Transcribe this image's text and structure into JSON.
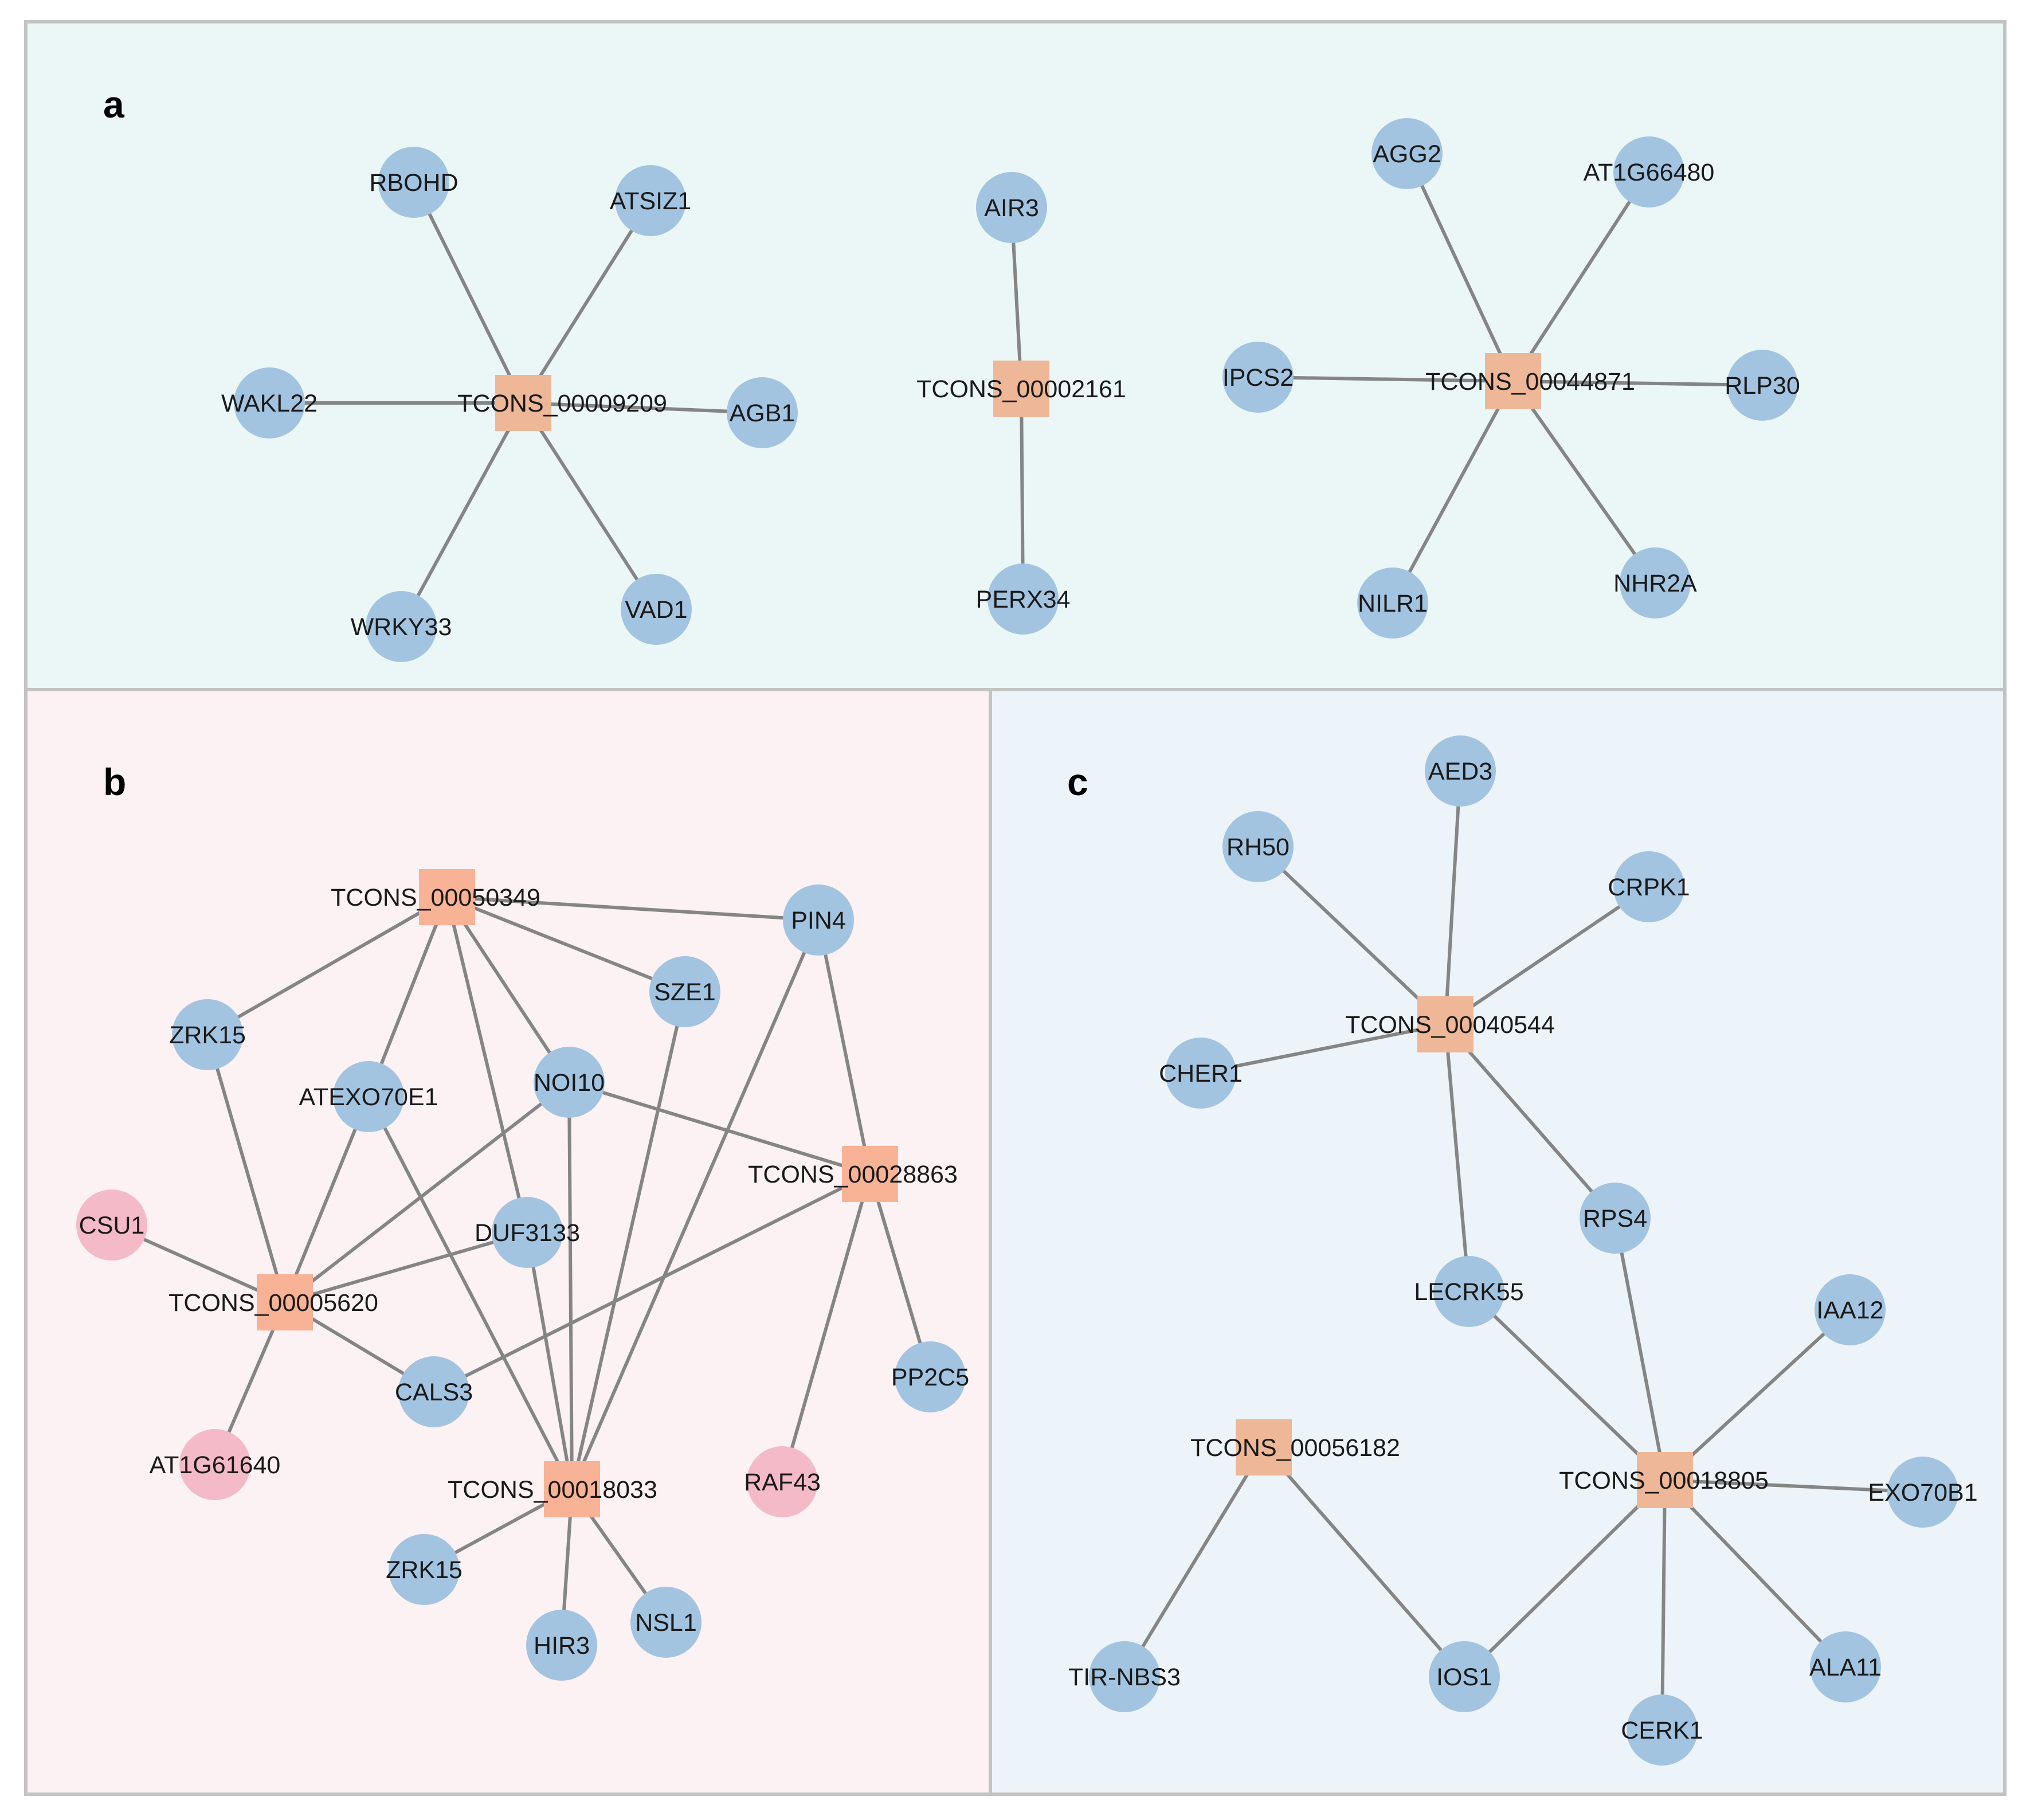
{
  "colors": {
    "panel_a_fill": "#ebf7f7",
    "panel_b_fill": "#fcf1f3",
    "panel_c_fill": "#ecf3f9",
    "panel_border": "#c3c3c3",
    "gene_node": "#a3c4e1",
    "pink_gene_node": "#f4bac8",
    "lncrna_node": "#eeb797",
    "lncrna_node_b": "#f8b295",
    "edge": "#858585"
  },
  "panels": [
    {
      "id": "a",
      "label": "a",
      "nodes": [
        {
          "id": "TCONS_00009209",
          "kind": "lncrna"
        },
        {
          "id": "RBOHD",
          "kind": "gene"
        },
        {
          "id": "ATSIZ1",
          "kind": "gene"
        },
        {
          "id": "WAKL22",
          "kind": "gene"
        },
        {
          "id": "AGB1",
          "kind": "gene"
        },
        {
          "id": "WRKY33",
          "kind": "gene"
        },
        {
          "id": "VAD1",
          "kind": "gene"
        },
        {
          "id": "TCONS_00002161",
          "kind": "lncrna"
        },
        {
          "id": "AIR3",
          "kind": "gene"
        },
        {
          "id": "PERX34",
          "kind": "gene"
        },
        {
          "id": "TCONS_00044871",
          "kind": "lncrna"
        },
        {
          "id": "AGG2",
          "kind": "gene"
        },
        {
          "id": "AT1G66480",
          "kind": "gene"
        },
        {
          "id": "IPCS2",
          "kind": "gene"
        },
        {
          "id": "RLP30",
          "kind": "gene"
        },
        {
          "id": "NILR1",
          "kind": "gene"
        },
        {
          "id": "NHR2A",
          "kind": "gene"
        }
      ],
      "edges": [
        [
          "TCONS_00009209",
          "RBOHD"
        ],
        [
          "TCONS_00009209",
          "ATSIZ1"
        ],
        [
          "TCONS_00009209",
          "WAKL22"
        ],
        [
          "TCONS_00009209",
          "AGB1"
        ],
        [
          "TCONS_00009209",
          "WRKY33"
        ],
        [
          "TCONS_00009209",
          "VAD1"
        ],
        [
          "TCONS_00002161",
          "AIR3"
        ],
        [
          "TCONS_00002161",
          "PERX34"
        ],
        [
          "TCONS_00044871",
          "AGG2"
        ],
        [
          "TCONS_00044871",
          "AT1G66480"
        ],
        [
          "TCONS_00044871",
          "IPCS2"
        ],
        [
          "TCONS_00044871",
          "RLP30"
        ],
        [
          "TCONS_00044871",
          "NILR1"
        ],
        [
          "TCONS_00044871",
          "NHR2A"
        ]
      ]
    },
    {
      "id": "b",
      "label": "b",
      "nodes": [
        {
          "id": "TCONS_00050349",
          "kind": "lncrna"
        },
        {
          "id": "PIN4",
          "kind": "gene"
        },
        {
          "id": "SZE1",
          "kind": "gene"
        },
        {
          "id": "ZRK15_top",
          "label": "ZRK15",
          "kind": "gene"
        },
        {
          "id": "ATEXO70E1",
          "kind": "gene"
        },
        {
          "id": "NOI10",
          "kind": "gene"
        },
        {
          "id": "TCONS_00028863",
          "kind": "lncrna"
        },
        {
          "id": "CSU1",
          "kind": "pink"
        },
        {
          "id": "DUF3133",
          "kind": "gene"
        },
        {
          "id": "TCONS_00005620",
          "kind": "lncrna"
        },
        {
          "id": "CALS3",
          "kind": "gene"
        },
        {
          "id": "PP2C5",
          "kind": "gene"
        },
        {
          "id": "AT1G61640",
          "kind": "pink"
        },
        {
          "id": "TCONS_00018033",
          "kind": "lncrna"
        },
        {
          "id": "RAF43",
          "kind": "pink"
        },
        {
          "id": "ZRK15_bottom",
          "label": "ZRK15",
          "kind": "gene"
        },
        {
          "id": "NSL1",
          "kind": "gene"
        },
        {
          "id": "HIR3",
          "kind": "gene"
        }
      ],
      "edges": [
        [
          "TCONS_00050349",
          "PIN4"
        ],
        [
          "TCONS_00050349",
          "SZE1"
        ],
        [
          "TCONS_00050349",
          "ZRK15_top"
        ],
        [
          "TCONS_00050349",
          "ATEXO70E1"
        ],
        [
          "TCONS_00050349",
          "NOI10"
        ],
        [
          "TCONS_00050349",
          "DUF3133"
        ],
        [
          "ZRK15_top",
          "TCONS_00005620"
        ],
        [
          "ATEXO70E1",
          "TCONS_00005620"
        ],
        [
          "ATEXO70E1",
          "TCONS_00018033"
        ],
        [
          "NOI10",
          "TCONS_00005620"
        ],
        [
          "NOI10",
          "TCONS_00018033"
        ],
        [
          "NOI10",
          "TCONS_00028863"
        ],
        [
          "SZE1",
          "TCONS_00018033"
        ],
        [
          "PIN4",
          "TCONS_00018033"
        ],
        [
          "PIN4",
          "TCONS_00028863"
        ],
        [
          "CSU1",
          "TCONS_00005620"
        ],
        [
          "DUF3133",
          "TCONS_00005620"
        ],
        [
          "DUF3133",
          "TCONS_00018033"
        ],
        [
          "TCONS_00005620",
          "CALS3"
        ],
        [
          "TCONS_00005620",
          "AT1G61640"
        ],
        [
          "CALS3",
          "TCONS_00028863"
        ],
        [
          "TCONS_00028863",
          "PP2C5"
        ],
        [
          "TCONS_00028863",
          "RAF43"
        ],
        [
          "TCONS_00018033",
          "ZRK15_bottom"
        ],
        [
          "TCONS_00018033",
          "NSL1"
        ],
        [
          "TCONS_00018033",
          "HIR3"
        ]
      ]
    },
    {
      "id": "c",
      "label": "c",
      "nodes": [
        {
          "id": "AED3",
          "kind": "gene"
        },
        {
          "id": "RH50",
          "kind": "gene"
        },
        {
          "id": "CRPK1",
          "kind": "gene"
        },
        {
          "id": "TCONS_00040544",
          "kind": "lncrna"
        },
        {
          "id": "CHER1",
          "kind": "gene"
        },
        {
          "id": "RPS4",
          "kind": "gene"
        },
        {
          "id": "LECRK55",
          "kind": "gene"
        },
        {
          "id": "IAA12",
          "kind": "gene"
        },
        {
          "id": "TCONS_00056182",
          "kind": "lncrna"
        },
        {
          "id": "TCONS_00018805",
          "kind": "lncrna"
        },
        {
          "id": "EXO70B1",
          "kind": "gene"
        },
        {
          "id": "TIR-NBS3",
          "kind": "gene"
        },
        {
          "id": "IOS1",
          "kind": "gene"
        },
        {
          "id": "ALA11",
          "kind": "gene"
        },
        {
          "id": "CERK1",
          "kind": "gene"
        }
      ],
      "edges": [
        [
          "TCONS_00040544",
          "AED3"
        ],
        [
          "TCONS_00040544",
          "RH50"
        ],
        [
          "TCONS_00040544",
          "CRPK1"
        ],
        [
          "TCONS_00040544",
          "CHER1"
        ],
        [
          "TCONS_00040544",
          "RPS4"
        ],
        [
          "TCONS_00040544",
          "LECRK55"
        ],
        [
          "RPS4",
          "TCONS_00018805"
        ],
        [
          "LECRK55",
          "TCONS_00018805"
        ],
        [
          "TCONS_00018805",
          "IAA12"
        ],
        [
          "TCONS_00018805",
          "EXO70B1"
        ],
        [
          "TCONS_00018805",
          "ALA11"
        ],
        [
          "TCONS_00018805",
          "CERK1"
        ],
        [
          "TCONS_00018805",
          "IOS1"
        ],
        [
          "TCONS_00056182",
          "TIR-NBS3"
        ],
        [
          "TCONS_00056182",
          "IOS1"
        ]
      ]
    }
  ]
}
